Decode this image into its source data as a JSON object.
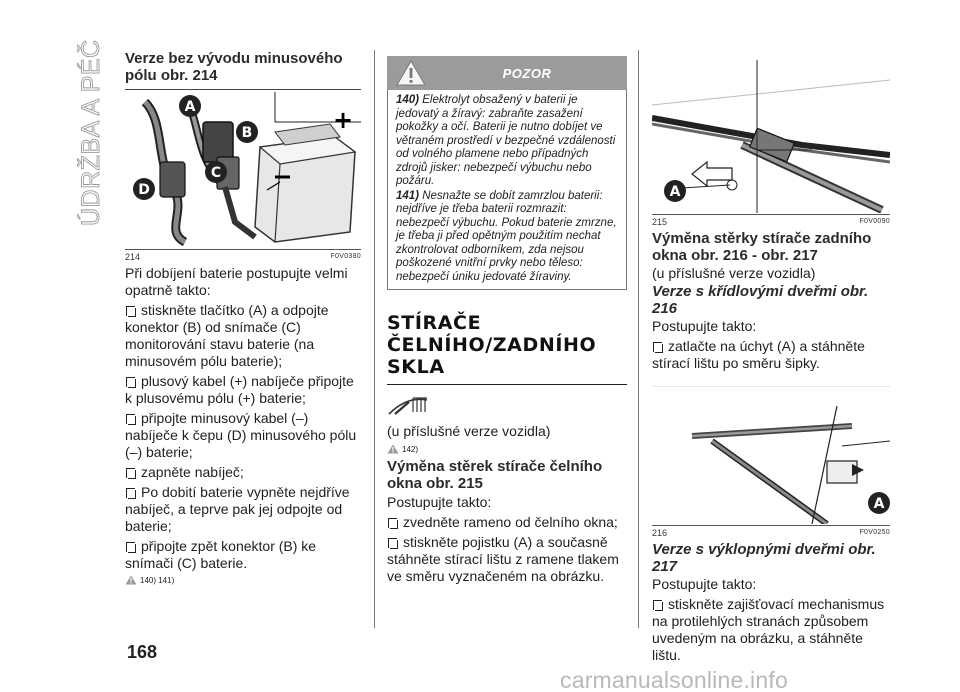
{
  "side_title": "ÚDRŽBA A PÉČE",
  "page_number": "168",
  "watermark": "carmanualsonline.info",
  "col1": {
    "heading": "Verze bez vývodu minusového pólu obr. 214",
    "figure": {
      "number": "214",
      "code": "F0V0380",
      "callouts": [
        "A",
        "B",
        "C",
        "D"
      ]
    },
    "intro": "Při dobíjení baterie postupujte velmi opatrně takto:",
    "bullets": [
      "stiskněte tlačítko (A) a odpojte konektor (B) od snímače (C) monitorování stavu baterie (na minusovém pólu baterie);",
      "plusový kabel (+) nabíječe připojte k plusovému pólu (+) baterie;",
      "připojte minusový kabel (–) nabíječe k čepu (D) minusového pólu (–) baterie;",
      "zapněte nabíječ;",
      "Po dobití baterie vypněte nejdříve nabíječ, a teprve pak jej odpojte od baterie;",
      "připojte zpět konektor (B) ke snímači (C) baterie."
    ],
    "refs": "140)  141)"
  },
  "col2": {
    "warning_title": "POZOR",
    "warnings": [
      {
        "num": "140)",
        "text": "Elektrolyt obsažený v baterii je jedovatý a žíravý: zabraňte zasažení pokožky a očí. Baterii je nutno dobíjet ve větraném prostředí v bezpečné vzdálenosti od volného plamene nebo případných zdrojů jisker: nebezpečí výbuchu nebo požáru."
      },
      {
        "num": "141)",
        "text": "Nesnažte se dobít zamrzlou baterii: nejdříve je třeba baterii rozmrazit: nebezpečí výbuchu. Pokud baterie zmrzne, je třeba ji před opětným použitím nechat zkontrolovat odborníkem, zda nejsou poškozené vnitřní prvky nebo těleso: nebezpečí úniku jedovaté žíraviny."
      }
    ],
    "section_title": "STÍRAČE ČELNÍHO/ZADNÍHO SKLA",
    "availability": "(u příslušné verze vozidla)",
    "ref": "142)",
    "subheading": "Výměna stěrek stírače čelního okna obr. 215",
    "intro": "Postupujte takto:",
    "bullets": [
      "zvedněte rameno od čelního okna;",
      "stiskněte pojistku (A) a současně stáhněte stírací lištu z ramene tlakem ve směru vyznačeném na obrázku."
    ]
  },
  "col3": {
    "figure_215": {
      "number": "215",
      "code": "F0V0090",
      "callout": "A"
    },
    "heading": "Výměna stěrky stírače zadního okna obr. 216 - obr. 217",
    "availability": "(u příslušné verze vozidla)",
    "sub1": "Verze s křídlovými dveřmi obr. 216",
    "intro1": "Postupujte takto:",
    "bullet1": "zatlačte na úchyt (A) a stáhněte stírací lištu po směru šipky.",
    "figure_216": {
      "number": "216",
      "code": "F0V0250",
      "callout": "A"
    },
    "sub2": "Verze s výklopnými dveřmi obr. 217",
    "intro2": "Postupujte takto:",
    "bullet2": "stiskněte zajišťovací mechanismus na protilehlých stranách způsobem uvedeným na obrázku, a stáhněte lištu."
  }
}
